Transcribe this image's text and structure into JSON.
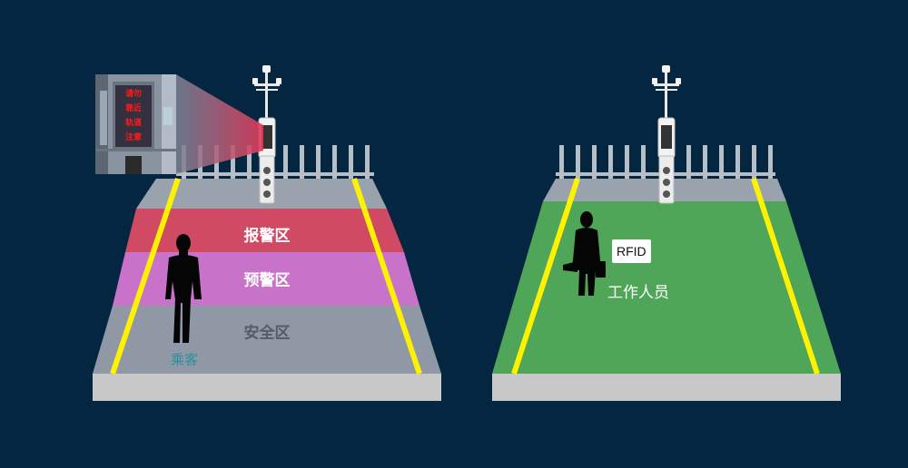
{
  "colors": {
    "background": "#052640",
    "alarm_zone": "#d14a63",
    "warn_zone": "#c872c9",
    "safe_zone": "#8f98a4",
    "staff_zone": "#4fa658",
    "boundary_line": "#fff200",
    "platform_edge": "#c8c8c8",
    "sign_text": "#ff1a1a"
  },
  "left_scene": {
    "zones": {
      "alarm": "报警区",
      "warning": "预警区",
      "safe": "安全区"
    },
    "passenger_label": "乘客",
    "sign_lines": [
      "请勿",
      "靠近",
      "轨道",
      "注意"
    ]
  },
  "right_scene": {
    "rfid_tag": "RFID",
    "staff_label": "工作人员"
  }
}
